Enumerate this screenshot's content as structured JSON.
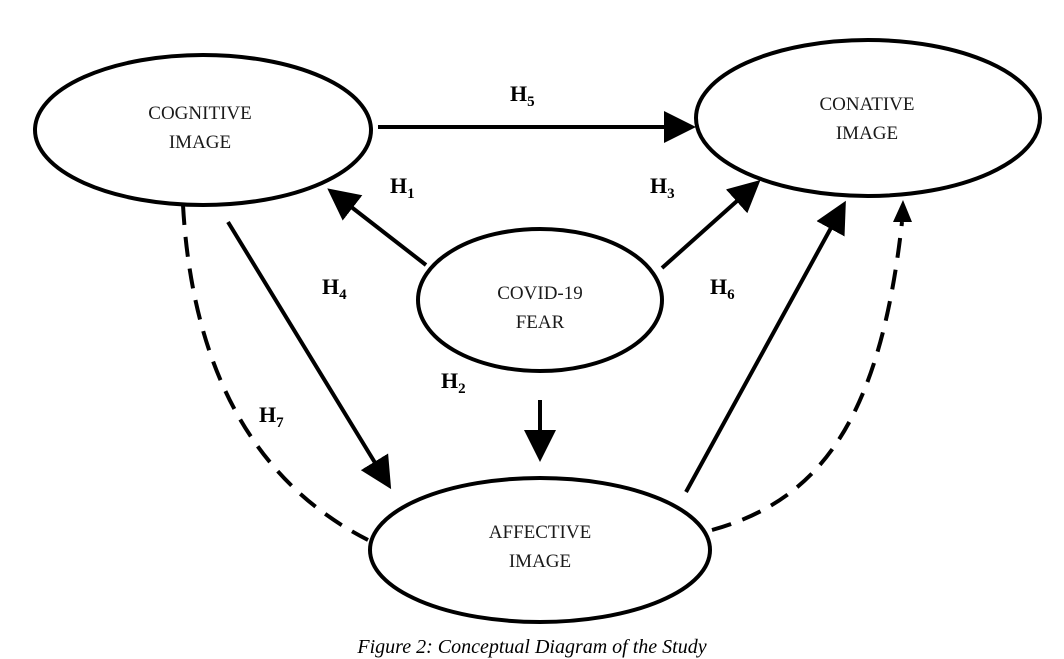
{
  "nodes": {
    "cognitive": {
      "line1": "COGNITIVE",
      "line2": "IMAGE"
    },
    "conative": {
      "line1": "CONATIVE",
      "line2": "IMAGE"
    },
    "fear": {
      "line1": "COVID-19",
      "line2": "FEAR"
    },
    "affective": {
      "line1": "AFFECTIVE",
      "line2": "IMAGE"
    }
  },
  "hypotheses": {
    "h1": {
      "main": "H",
      "sub": "1"
    },
    "h2": {
      "main": "H",
      "sub": "2"
    },
    "h3": {
      "main": "H",
      "sub": "3"
    },
    "h4": {
      "main": "H",
      "sub": "4"
    },
    "h5": {
      "main": "H",
      "sub": "5"
    },
    "h6": {
      "main": "H",
      "sub": "6"
    },
    "h7": {
      "main": "H",
      "sub": "7"
    }
  },
  "caption": "Figure 2: Conceptual Diagram of the Study"
}
